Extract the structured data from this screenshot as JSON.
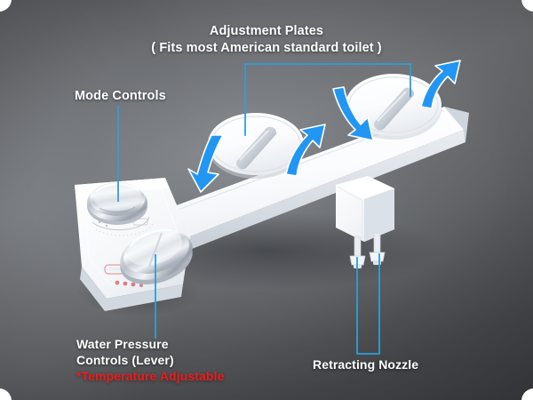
{
  "diagram": {
    "title": "Bidet Attachment Feature Callouts",
    "background": {
      "base_color": "#5a5b5e",
      "highlight_color": "#6e7073"
    },
    "leader_line_color": "#2e9fd6",
    "arrow_color": "#2196f3",
    "product_color": "#ffffff"
  },
  "labels": {
    "plates": {
      "line1": "Adjustment Plates",
      "line2": "( Fits most American standard toilet )"
    },
    "mode": {
      "line1": "Mode Controls"
    },
    "pressure": {
      "line1": "Water Pressure",
      "line2": "Controls (Lever)",
      "line3": "*Temperature Adjustable",
      "line3_color": "#ee1c1c"
    },
    "nozzle": {
      "line1": "Retracting Nozzle"
    }
  },
  "parts": {
    "adjustment_plate_left": "adjustment-plate-left",
    "adjustment_plate_right": "adjustment-plate-right",
    "mode_dial": "mode-control-dial",
    "pressure_lever": "water-pressure-lever",
    "nozzle_housing": "nozzle-housing",
    "nozzle_left": "retracting-nozzle-left",
    "nozzle_right": "retracting-nozzle-right"
  },
  "arrows": {
    "count": 3,
    "meaning": "plate-rotation-direction"
  }
}
